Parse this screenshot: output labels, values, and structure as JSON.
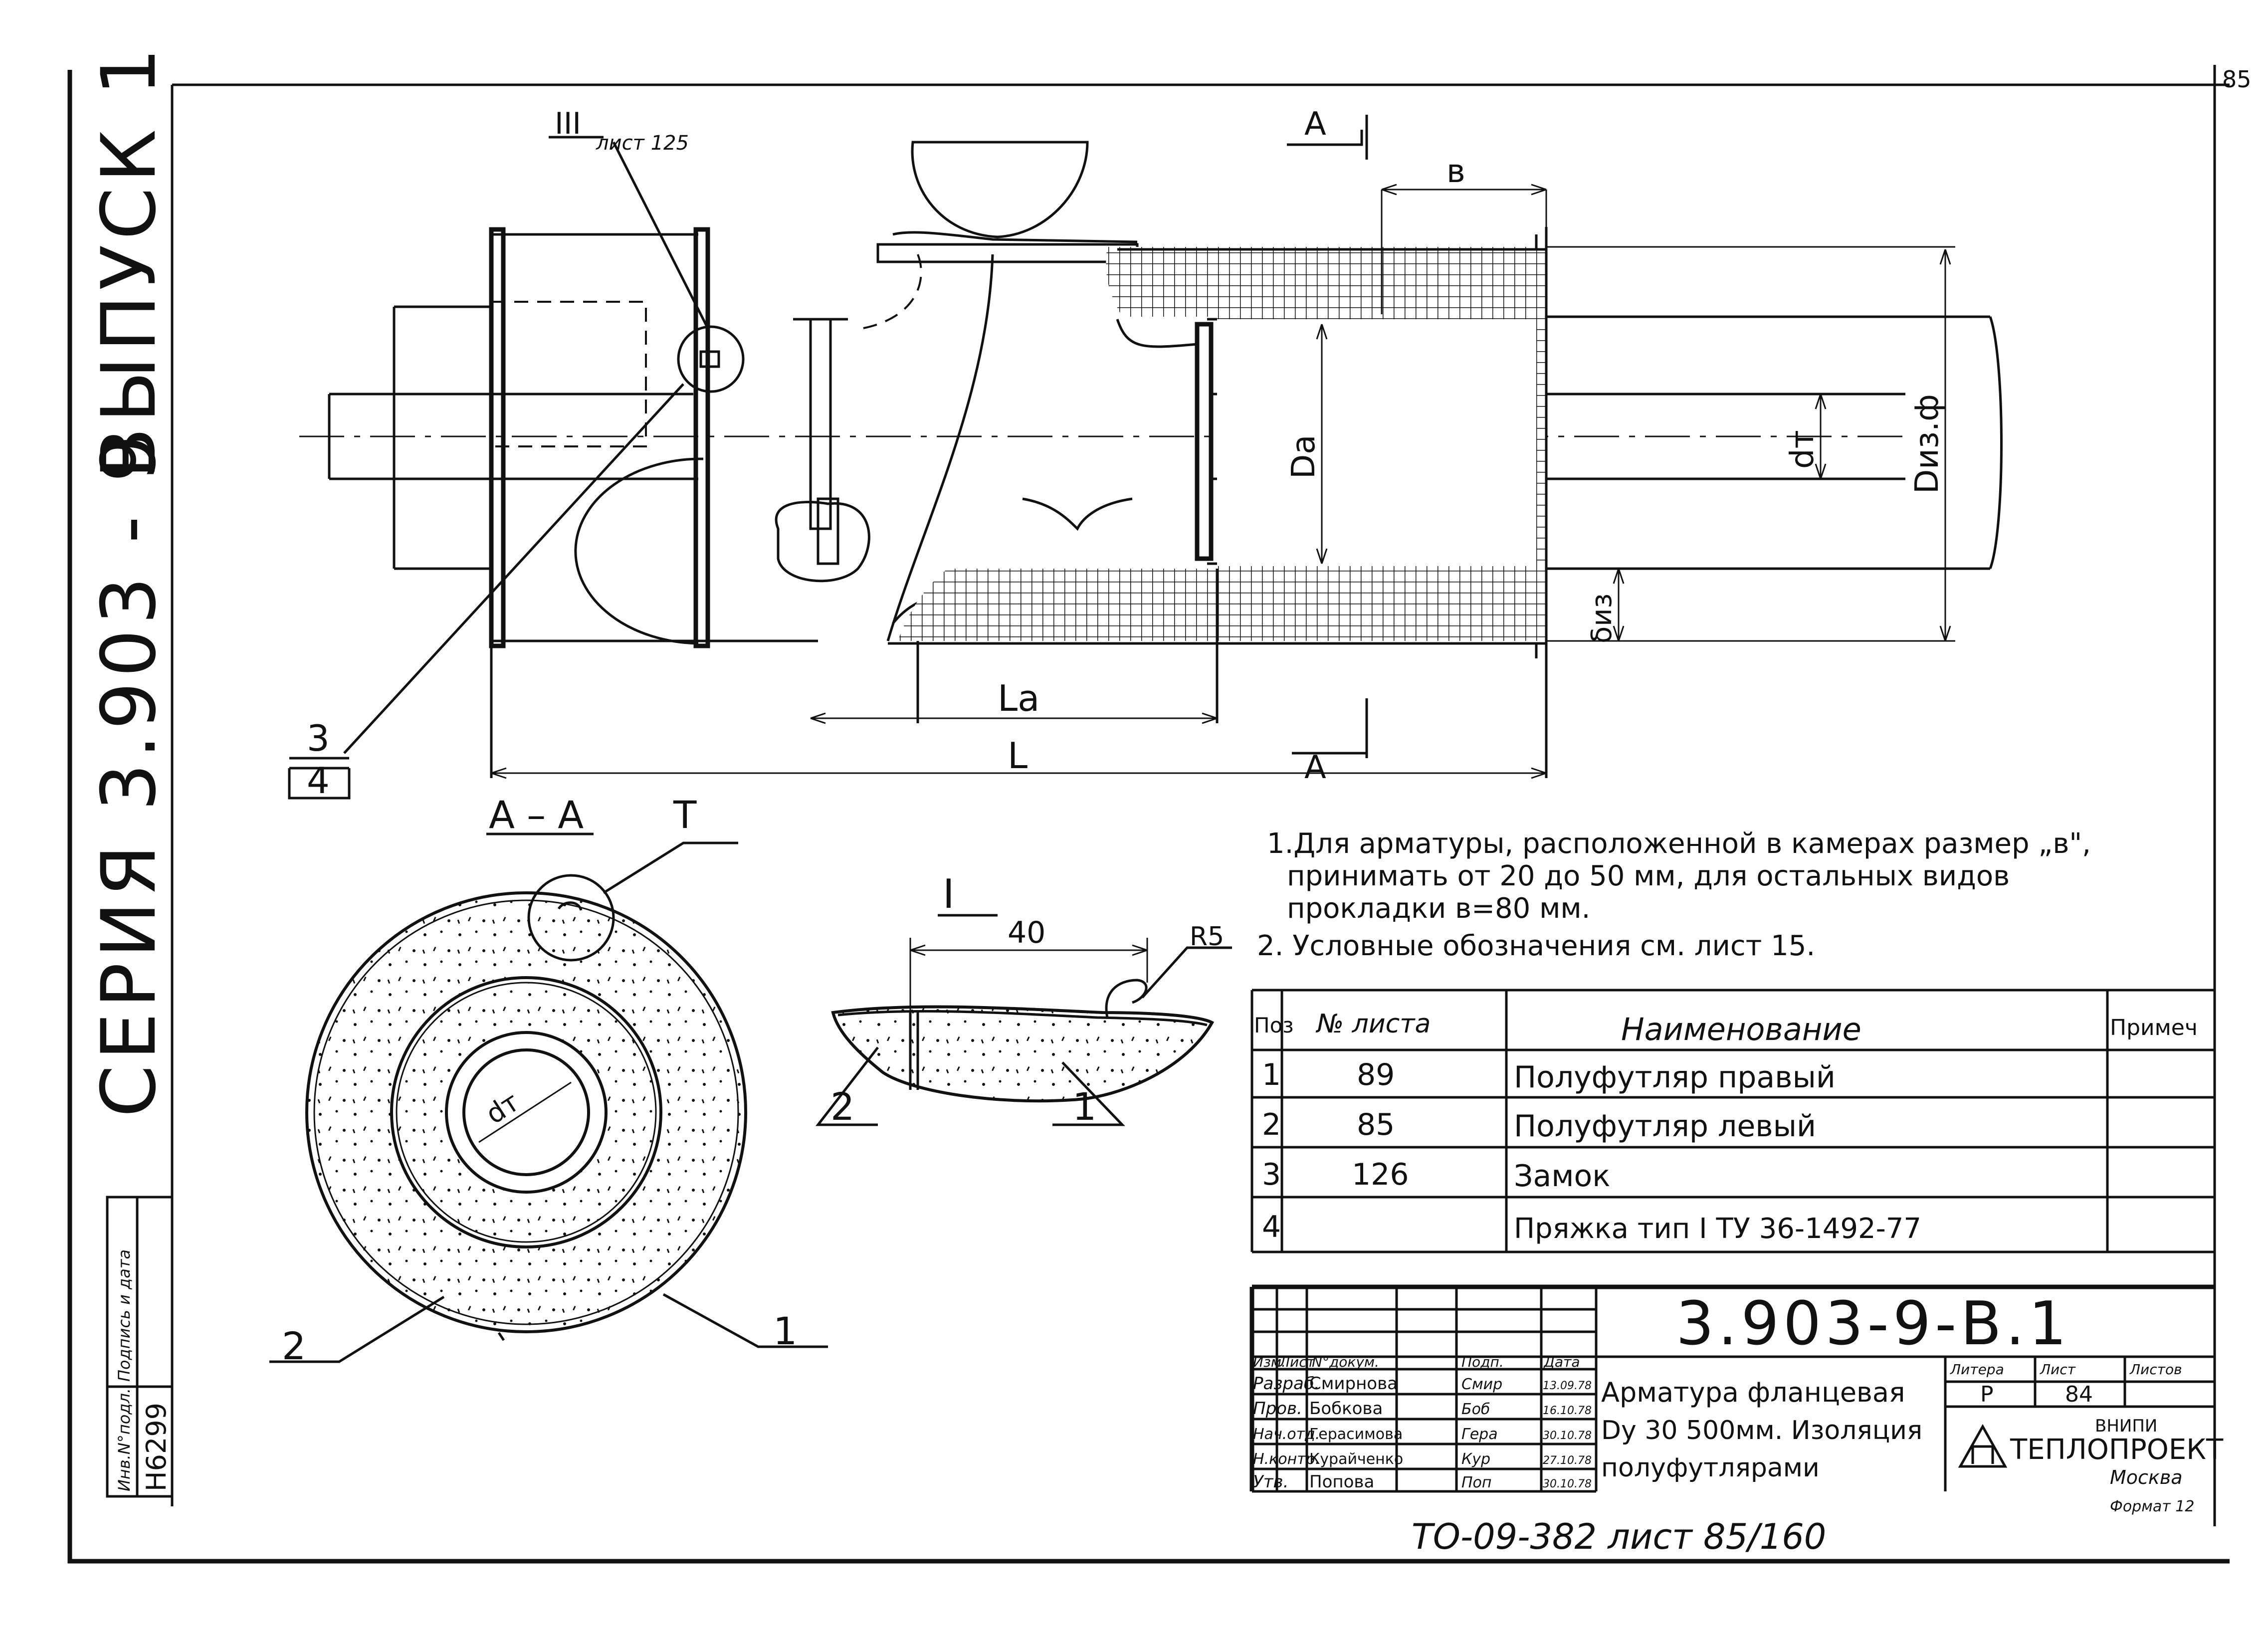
{
  "sheet_corner_number": "85",
  "side_series": "СЕРИЯ 3.903 - 9",
  "side_issue": "ВЫПУСК 1",
  "dims": {
    "section_marker": "А",
    "b": "в",
    "d_a": "Dа",
    "d_t": "dт",
    "d_iz_f": "Dиз.ф",
    "delta_iz": "δиз",
    "l_a": "Lа",
    "l": "L",
    "ref_iii": "III",
    "ref_iii_sheet": "лист 125",
    "leader_3": "3",
    "leader_4": "4"
  },
  "section_aa": {
    "label": "А – А",
    "detail_marker": "Т",
    "d_t": "dт",
    "pos_2": "2",
    "pos_1": "1"
  },
  "detail_i": {
    "label": "I",
    "width": "40",
    "radius": "R5",
    "pos_2": "2",
    "pos_1": "1"
  },
  "notes": [
    "1.Для арматуры, расположенной в камерах размер „в\",",
    "принимать от 20 до 50 мм, для остальных видов",
    "прокладки в=80 мм.",
    "2. Условные обозначения см. лист 15."
  ],
  "spec_table": {
    "headers": [
      "Поз",
      "№ листа",
      "Наименование",
      "Примеч"
    ],
    "rows": [
      [
        "1",
        "89",
        "Полуфутляр правый",
        ""
      ],
      [
        "2",
        "85",
        "Полуфутляр левый",
        ""
      ],
      [
        "3",
        "126",
        "Замок",
        ""
      ],
      [
        "4",
        "",
        "Пряжка тип I ТУ 36-1492-77",
        ""
      ]
    ]
  },
  "title_block": {
    "doc_number": "3.903-9-В.1",
    "title_lines": [
      "Арматура фланцевая",
      "Dу 30 500мм. Изоляция",
      "полуфутлярами"
    ],
    "col_headers": [
      "Изм.",
      "Лист",
      "N°докум.",
      "Подп.",
      "Дата"
    ],
    "staff": [
      {
        "role": "Разраб.",
        "name": "Смирнова",
        "sign": "Смир",
        "date": "13.09.78"
      },
      {
        "role": "Пров.",
        "name": "Бобкова",
        "sign": "Боб",
        "date": "16.10.78"
      },
      {
        "role": "Нач.отд.",
        "name": "Герасимова",
        "sign": "Гера",
        "date": "30.10.78"
      },
      {
        "role": "Н.контр.",
        "name": "Курайченко",
        "sign": "Кур",
        "date": "27.10.78"
      },
      {
        "role": "Утв.",
        "name": "Попова",
        "sign": "Поп",
        "date": "30.10.78"
      }
    ],
    "litera_label": "Литера",
    "sheet_label": "Лист",
    "sheets_label": "Листов",
    "litera_value": "Р",
    "sheet_value": "84",
    "sheets_value": "",
    "org_top": "ВНИПИ",
    "org_name": "ТЕПЛОПРОЕКТ",
    "org_city": "Москва",
    "format": "Формат 12"
  },
  "left_stamp": {
    "inv_label": "Инв.N°подл.",
    "sign_label": "Подпись и дата",
    "inv_value": "Н6299"
  },
  "bottom_ref": "ТО-09-382   лист 85/160"
}
